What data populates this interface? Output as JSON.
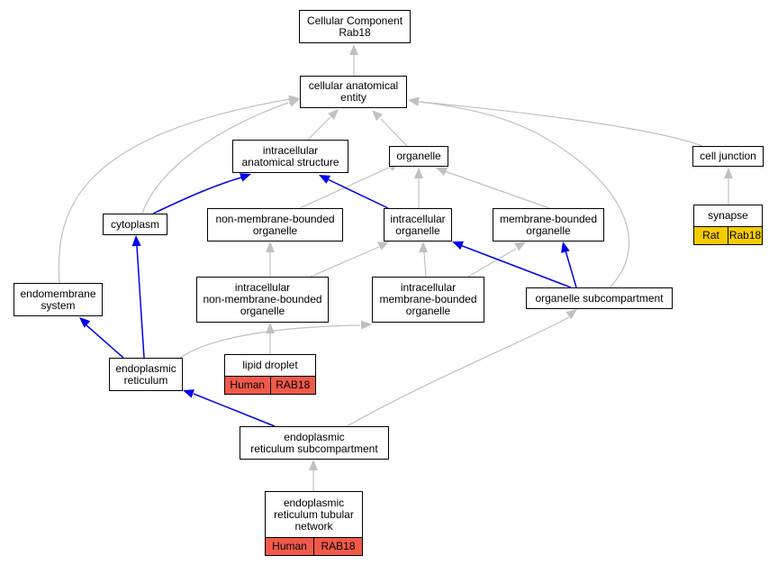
{
  "colors": {
    "gray_edge": "#c0c0c0",
    "blue_edge": "#0000ee",
    "human_tag": "#f15a4a",
    "rat_tag": "#f6cc00"
  },
  "nodes": {
    "cc_rab18": {
      "label": "Cellular Component\nRab18"
    },
    "cae": {
      "label": "cellular anatomical\nentity"
    },
    "ias": {
      "label": "intracellular\nanatomical structure"
    },
    "organelle": {
      "label": "organelle"
    },
    "cell_junction": {
      "label": "cell junction"
    },
    "synapse": {
      "label": "synapse",
      "tags": [
        "Rat",
        "Rab18"
      ],
      "tag_color": "#f6cc00"
    },
    "cytoplasm": {
      "label": "cytoplasm"
    },
    "nmbo": {
      "label": "non-membrane-bounded\norganelle"
    },
    "io": {
      "label": "intracellular\norganelle"
    },
    "mbo": {
      "label": "membrane-bounded\norganelle"
    },
    "endomembrane": {
      "label": "endomembrane\nsystem"
    },
    "inmbo": {
      "label": "intracellular\nnon-membrane-bounded\norganelle"
    },
    "imbo": {
      "label": "intracellular\nmembrane-bounded\norganelle"
    },
    "osc": {
      "label": "organelle subcompartment"
    },
    "er": {
      "label": "endoplasmic\nreticulum"
    },
    "lipid": {
      "label": "lipid droplet",
      "tags": [
        "Human",
        "RAB18"
      ],
      "tag_color": "#f15a4a"
    },
    "ersc": {
      "label": "endoplasmic\nreticulum subcompartment"
    },
    "ertn": {
      "label": "endoplasmic\nreticulum tubular\nnetwork",
      "tags": [
        "Human",
        "RAB18"
      ],
      "tag_color": "#f15a4a"
    }
  }
}
